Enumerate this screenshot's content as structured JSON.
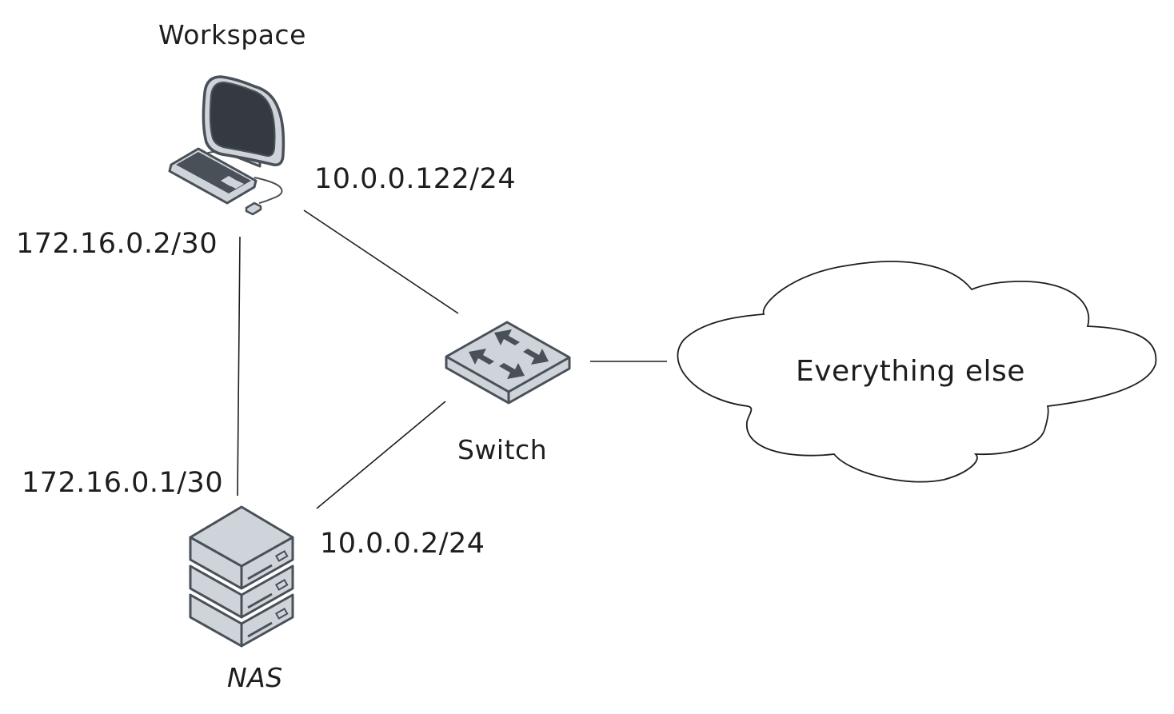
{
  "nodes": {
    "workspace": {
      "label": "Workspace",
      "icon": "desktop-computer-icon"
    },
    "switch": {
      "label": "Switch",
      "icon": "network-switch-icon"
    },
    "nas": {
      "label": "NAS",
      "icon": "server-stack-icon"
    },
    "cloud": {
      "label": "Everything else",
      "icon": "cloud-icon"
    }
  },
  "links": [
    {
      "from": "workspace",
      "to": "switch",
      "from_ip": "10.0.0.122/24"
    },
    {
      "from": "workspace",
      "to": "nas",
      "from_ip": "172.16.0.2/30",
      "to_ip": "172.16.0.1/30"
    },
    {
      "from": "nas",
      "to": "switch",
      "from_ip": "10.0.0.2/24"
    },
    {
      "from": "switch",
      "to": "cloud"
    }
  ],
  "labels": {
    "workspace_switch_ip": "10.0.0.122/24",
    "workspace_nas_ip": "172.16.0.2/30",
    "nas_workspace_ip": "172.16.0.1/30",
    "nas_switch_ip": "10.0.0.2/24"
  },
  "colors": {
    "icon_fill": "#ced4da",
    "icon_stroke": "#495057",
    "screen": "#343a40",
    "line": "#1e1e1e"
  }
}
